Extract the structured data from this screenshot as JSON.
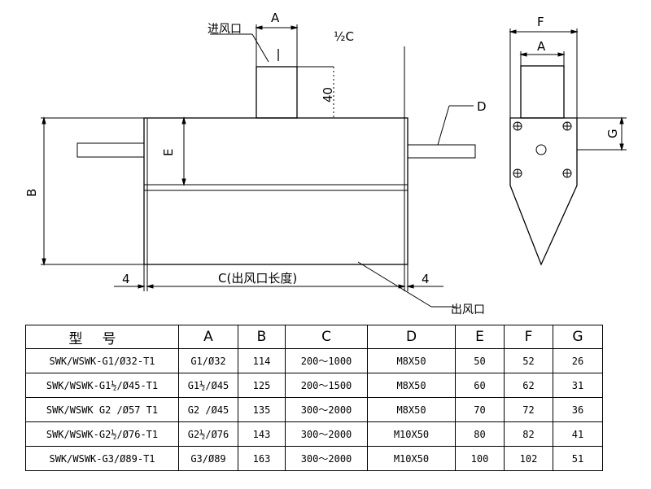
{
  "drawing": {
    "label_inlet": "进风口",
    "label_outlet": "出风口",
    "dim_A": "A",
    "dim_half_C": "½C",
    "dim_40": "40",
    "dim_D": "D",
    "dim_E": "E",
    "dim_B": "B",
    "dim_C": "C(出风口长度)",
    "dim_4_left": "4",
    "dim_4_right": "4",
    "dim_F": "F",
    "dim_A_side": "A",
    "dim_G": "G"
  },
  "table": {
    "headers": [
      "型号",
      "A",
      "B",
      "C",
      "D",
      "E",
      "F",
      "G"
    ],
    "rows": [
      [
        "SWK/WSWK-G1/Ø32-T1",
        "G1/Ø32",
        "114",
        "200～1000",
        "M8X50",
        "50",
        "52",
        "26"
      ],
      [
        "SWK/WSWK-G1½/Ø45-T1",
        "G1½/Ø45",
        "125",
        "200～1500",
        "M8X50",
        "60",
        "62",
        "31"
      ],
      [
        "SWK/WSWK G2 /Ø57 T1",
        "G2 /Ø45",
        "135",
        "300～2000",
        "M8X50",
        "70",
        "72",
        "36"
      ],
      [
        "SWK/WSWK-G2½/Ø76-T1",
        "G2½/Ø76",
        "143",
        "300～2000",
        "M10X50",
        "80",
        "82",
        "41"
      ],
      [
        "SWK/WSWK-G3/Ø89-T1",
        "G3/Ø89",
        "163",
        "300～2000",
        "M10X50",
        "100",
        "102",
        "51"
      ]
    ]
  }
}
